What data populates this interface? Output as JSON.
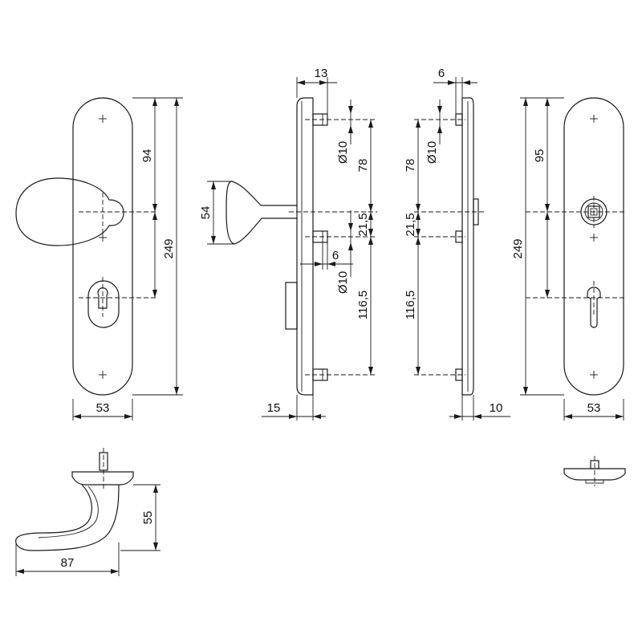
{
  "dimensions": {
    "front_knob": {
      "plate_width": "53",
      "knob_to_cylinder": "94",
      "total_height": "249"
    },
    "side_knob": {
      "lip": "13",
      "knob_height": "54",
      "pin_diameter_top": "Ø10",
      "top_to_center": "78",
      "center_to_pin": "21,5",
      "pin_offset": "6",
      "pin_diameter_mid": "Ø10",
      "pin_to_bottom": "116,5",
      "plate_thickness": "15"
    },
    "side_back": {
      "lip": "6",
      "pin_diameter": "Ø10",
      "top_to_center": "78",
      "center_to_pin": "21,5",
      "pin_to_bottom": "116,5",
      "plate_thickness": "10"
    },
    "front_back": {
      "spindle_to_cylinder": "95",
      "total_height": "249",
      "plate_width": "53"
    },
    "knob_profile": {
      "depth": "87",
      "height": "55"
    }
  },
  "colors": {
    "line": "#1a1a1a",
    "background": "#ffffff"
  }
}
